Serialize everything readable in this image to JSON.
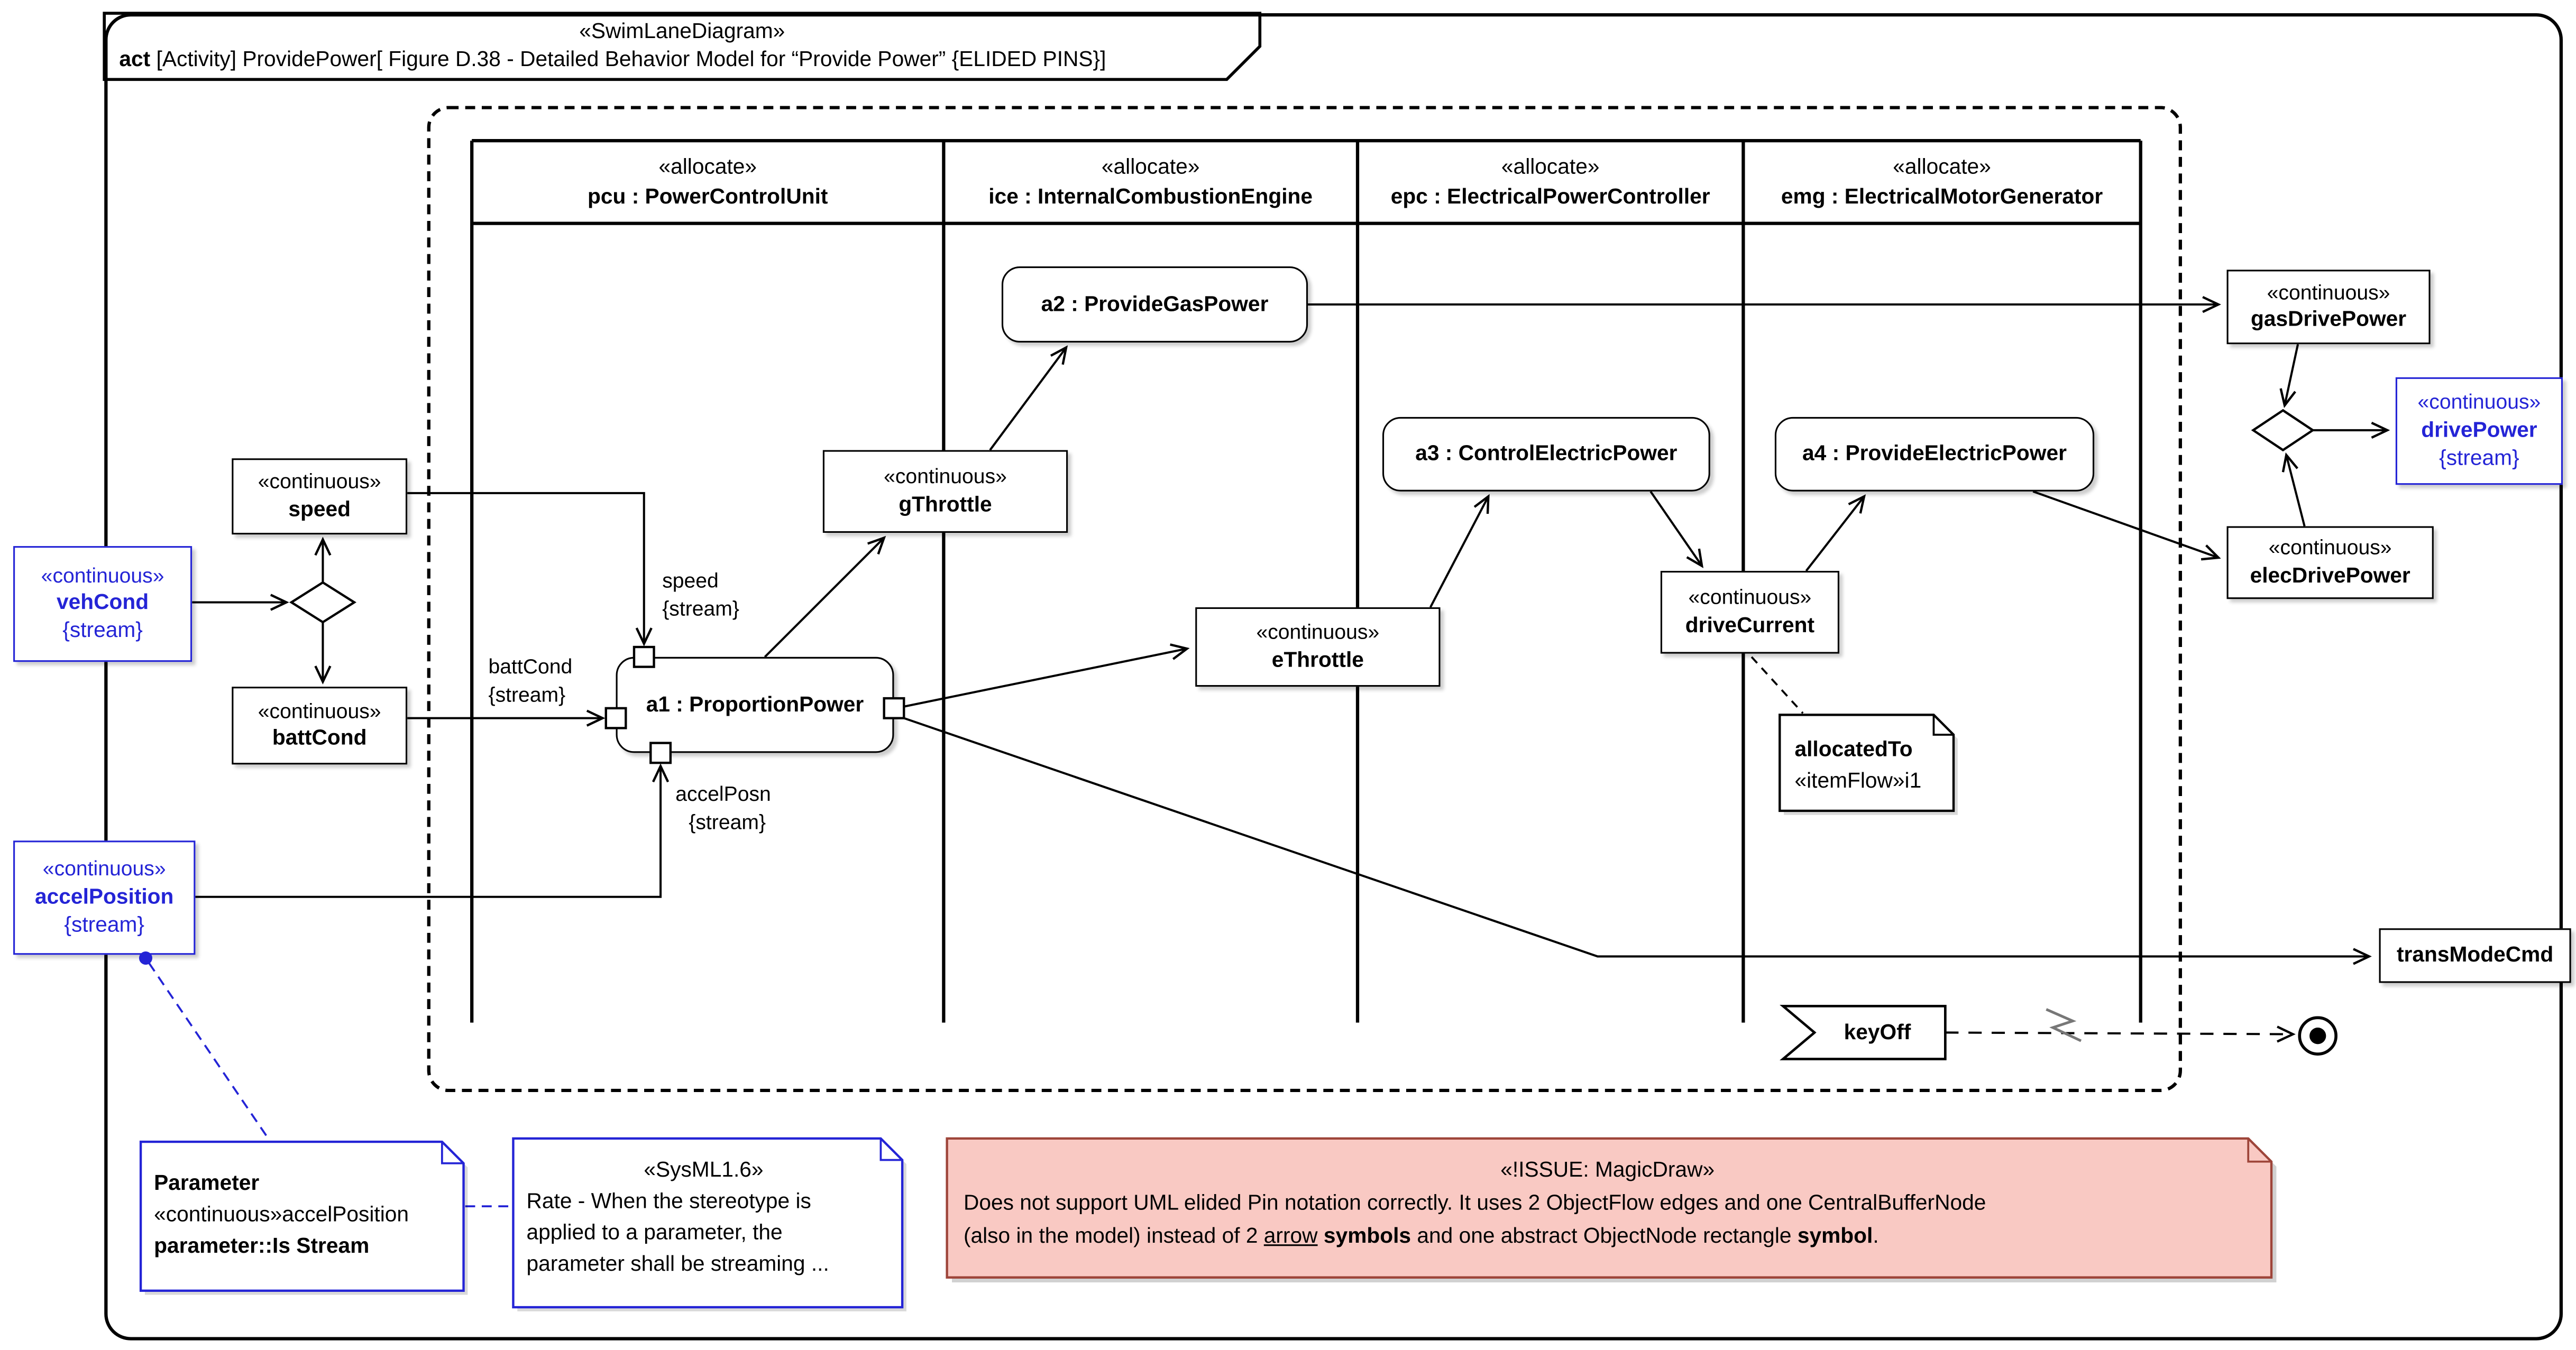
{
  "colors": {
    "blue": "#2424d6",
    "issue_fill": "#f9c9c3",
    "issue_border": "#9e453a"
  },
  "frame": {
    "stereotype": "«SwimLaneDiagram»",
    "keyword": "act",
    "title": " [Activity] ProvidePower[ Figure D.38 - Detailed Behavior Model for “Provide Power” {ELIDED PINS}]"
  },
  "lanes": [
    {
      "stereotype": "«allocate»",
      "name": "pcu : PowerControlUnit"
    },
    {
      "stereotype": "«allocate»",
      "name": "ice : InternalCombustionEngine"
    },
    {
      "stereotype": "«allocate»",
      "name": "epc : ElectricalPowerController"
    },
    {
      "stereotype": "«allocate»",
      "name": "emg : ElectricalMotorGenerator"
    }
  ],
  "actions": {
    "a1": "a1 : ProportionPower",
    "a2": "a2 : ProvideGasPower",
    "a3": "a3 : ControlElectricPower",
    "a4": "a4 : ProvideElectricPower"
  },
  "nodes": {
    "speed": {
      "stereotype": "«continuous»",
      "name": "speed"
    },
    "vehCond": {
      "stereotype": "«continuous»",
      "name": "vehCond",
      "stream": "{stream}"
    },
    "battCond": {
      "stereotype": "«continuous»",
      "name": "battCond"
    },
    "accelPosition": {
      "stereotype": "«continuous»",
      "name": "accelPosition",
      "stream": "{stream}"
    },
    "gThrottle": {
      "stereotype": "«continuous»",
      "name": "gThrottle"
    },
    "eThrottle": {
      "stereotype": "«continuous»",
      "name": "eThrottle"
    },
    "driveCurrent": {
      "stereotype": "«continuous»",
      "name": "driveCurrent"
    },
    "gasDrivePower": {
      "stereotype": "«continuous»",
      "name": "gasDrivePower"
    },
    "drivePower": {
      "stereotype": "«continuous»",
      "name": "drivePower",
      "stream": "{stream}"
    },
    "elecDrivePower": {
      "stereotype": "«continuous»",
      "name": "elecDrivePower"
    },
    "transModeCmd": {
      "name": "transModeCmd"
    }
  },
  "pins": {
    "speed": {
      "name": "speed",
      "stream": "{stream}"
    },
    "battCond": {
      "name": "battCond",
      "stream": "{stream}"
    },
    "accelPosn": {
      "name": "accelPosn",
      "stream": "{stream}"
    }
  },
  "signals": {
    "keyOff": "keyOff"
  },
  "notes": {
    "allocatedTo": {
      "line1": "allocatedTo",
      "line2": "«itemFlow»i1"
    },
    "parameter": {
      "line1": "Parameter",
      "line2": "«continuous»accelPosition",
      "line3": "parameter::Is Stream"
    },
    "sysml": {
      "title": "«SysML1.6»",
      "line1": "Rate - When the stereotype is",
      "line2": "applied to a parameter, the",
      "line3": "parameter shall be streaming ..."
    },
    "issue": {
      "title": "«!ISSUE: MagicDraw»",
      "line1": "Does not support UML elided Pin notation correctly. It uses 2 ObjectFlow edges and one CentralBufferNode",
      "line2_pre": "(also in the model) instead of 2 ",
      "line2_underline": "arrow",
      "line2_mid": " ",
      "line2_bold1": "symbols",
      "line2_mid2": " and one abstract ObjectNode rectangle ",
      "line2_bold2": "symbol",
      "line2_end": "."
    }
  }
}
